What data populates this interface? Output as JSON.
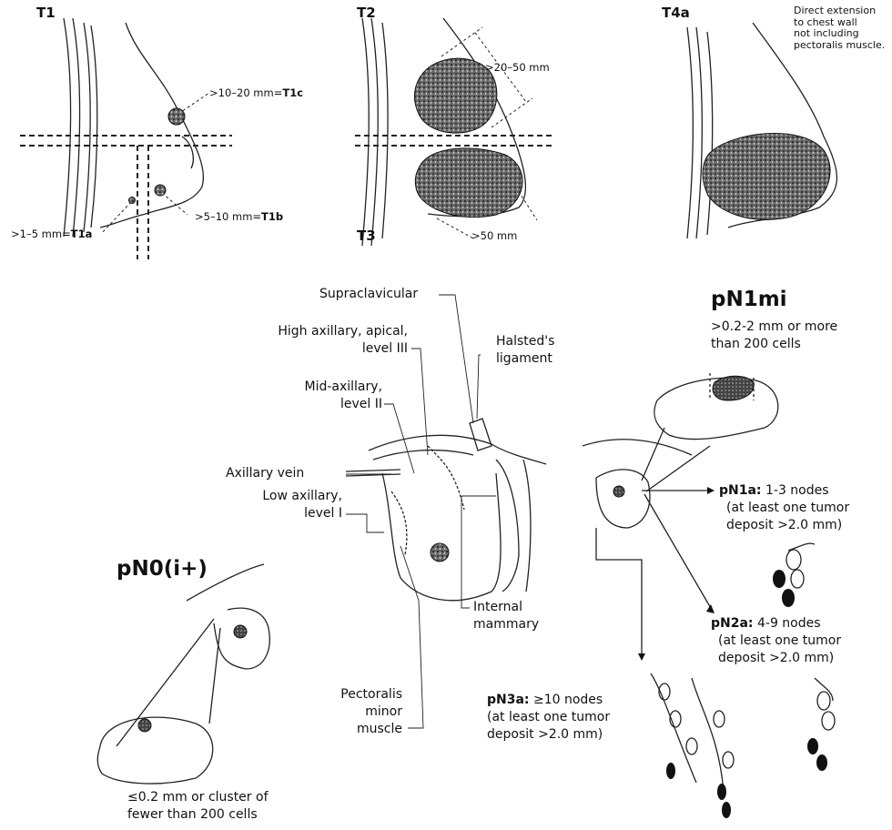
{
  "t_stage": {
    "t1": {
      "heading": "T1",
      "t1c_size": ">10–20 mm=",
      "t1c_code": "T1c",
      "t1b_size": ">5–10 mm=",
      "t1b_code": "T1b",
      "t1a_size": ">1–5 mm=",
      "t1a_code": "T1a"
    },
    "t2": {
      "heading": "T2",
      "size": ">20–50 mm"
    },
    "t3": {
      "heading": "T3",
      "size": ">50 mm"
    },
    "t4a": {
      "heading": "T4a",
      "note": [
        "Direct extension",
        "to chest wall",
        "not including",
        "pectoralis muscle."
      ]
    }
  },
  "anatomy": {
    "supraclavicular": "Supraclavicular",
    "high_axillary": [
      "High axillary, apical,",
      "level III"
    ],
    "halsteds": [
      "Halsted's",
      "ligament"
    ],
    "mid_axillary": [
      "Mid-axillary,",
      "level II"
    ],
    "axillary_vein": "Axillary vein",
    "low_axillary": [
      "Low axillary,",
      "level I"
    ],
    "pectoralis": [
      "Pectoralis",
      "minor",
      "muscle"
    ],
    "internal_mammary": [
      "Internal",
      "mammary"
    ]
  },
  "pn_stage": {
    "pn0": {
      "title": "pN0(i+)",
      "desc": [
        "≤0.2 mm or cluster of",
        "fewer than 200 cells"
      ]
    },
    "pn1mi": {
      "title": "pN1mi",
      "desc": [
        ">0.2-2 mm or more",
        "than 200 cells"
      ]
    },
    "pn1a": {
      "code": "pN1a:",
      "count": " 1-3 nodes",
      "desc": [
        "(at least one tumor",
        "deposit >2.0 mm)"
      ]
    },
    "pn2a": {
      "code": "pN2a:",
      "count": " 4-9 nodes",
      "desc": [
        "(at least one tumor",
        "deposit >2.0 mm)"
      ]
    },
    "pn3a": {
      "code": "pN3a:",
      "count": " ≥10 nodes",
      "desc": [
        "(at least one tumor",
        "deposit >2.0 mm)"
      ]
    }
  }
}
